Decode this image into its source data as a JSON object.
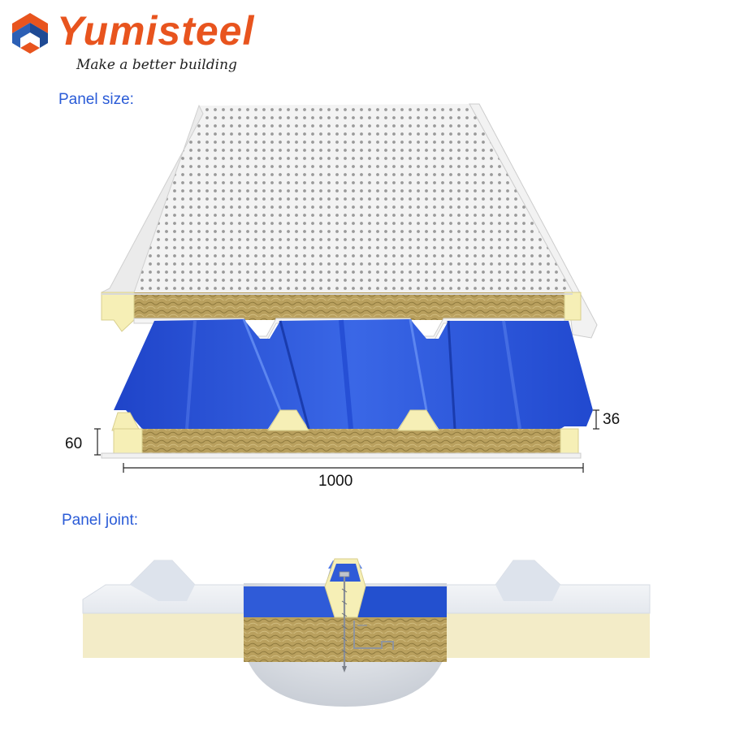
{
  "brand": {
    "name": "Yumisteel",
    "tagline": "Make a better building",
    "colors": {
      "brand": "#e8541e",
      "mark": "#2c5fb5",
      "label": "#2a5bd7"
    }
  },
  "sections": {
    "size_label": "Panel size:",
    "joint_label": "Panel joint:"
  },
  "dimensions": {
    "thickness": "60",
    "rib_height": "36",
    "width": "1000"
  },
  "colors": {
    "top_sheet": "#2f5bd8",
    "perforated_sheet": "#f4f4f4",
    "rockwool": "#b8a060",
    "edge_seal": "#f6efb6"
  }
}
